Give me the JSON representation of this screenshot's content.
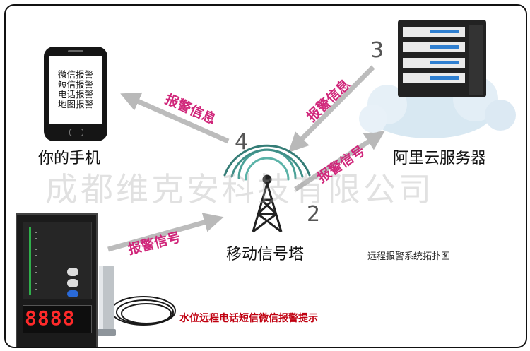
{
  "nodes": {
    "phone": {
      "label": "你的手机",
      "screen_lines": [
        "微信报警",
        "短信报警",
        "电话报警",
        "地图报警"
      ]
    },
    "cloud": {
      "label": "阿里云服务器",
      "number": "3"
    },
    "tower": {
      "label": "移动信号塔",
      "number_top": "4",
      "number_bottom": "2"
    }
  },
  "arrows": {
    "cloud_to_tower": "报警信息",
    "tower_to_phone": "报警信息",
    "tower_to_cloud": "报警信号",
    "device_to_tower": "报警信号"
  },
  "watermark": "成都维克安科技有限公司",
  "caption": "远程报警系统拓扑图",
  "product_title": "水位远程电话短信微信报警提示",
  "device": {
    "display": "8888"
  },
  "colors": {
    "arrow": "#b9b9b9",
    "arrow_label": "#d0267a",
    "display": "#ff2a2a",
    "set_button": "#2a6ad8"
  }
}
